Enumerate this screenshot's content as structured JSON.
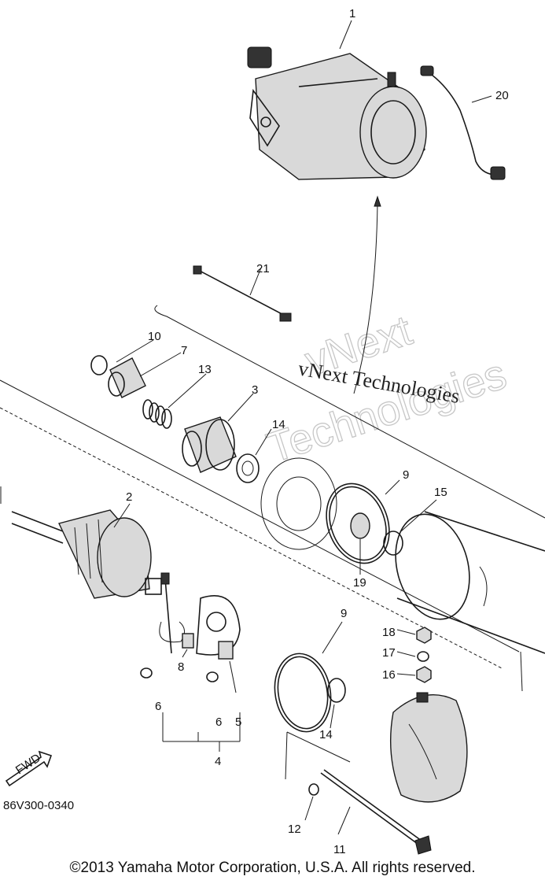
{
  "diagram": {
    "part_labels": [
      "1",
      "20",
      "21",
      "10",
      "7",
      "13",
      "3",
      "14",
      "9",
      "15",
      "2",
      "19",
      "9",
      "18",
      "17",
      "16",
      "14",
      "8",
      "6",
      "6",
      "5",
      "4",
      "12",
      "11"
    ],
    "drawing_code": "86V300-0340",
    "fwd_arrow_label": "FWD",
    "watermark": {
      "line1": "vNext",
      "line2": "Technologies",
      "inline": "vNext Technologies"
    }
  },
  "footer": {
    "copyright": "©2013 Yamaha Motor Corporation, U.S.A. All rights reserved."
  }
}
